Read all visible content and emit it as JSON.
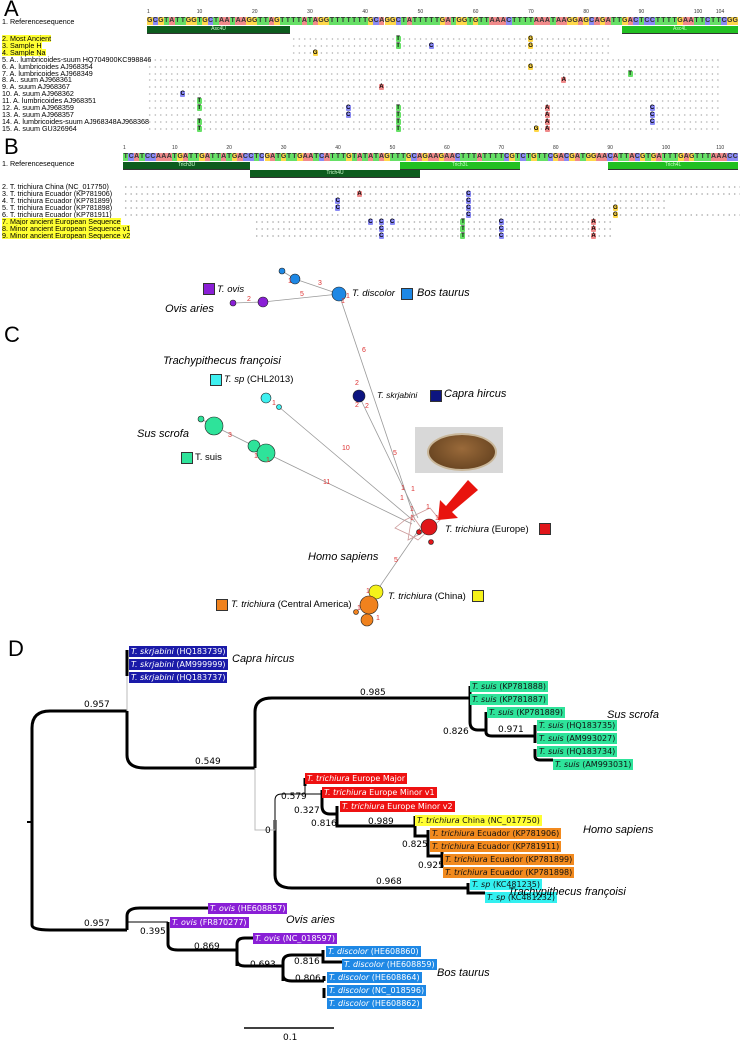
{
  "panel_a": {
    "letter": "A",
    "reference_label": "1. Referencesequence",
    "reference_sequence": "GCGTATTGGTGCTAATAAGGTTAGTTTTATAGGTTTTTTTGCAGGCTATTTTTGATGGTGTTAAACTTTTAAATAAGGAGCAGATTGACTCCTTTTGAATTCTTCGG",
    "ruler": [
      "1",
      "10",
      "20",
      "30",
      "40",
      "50",
      "60",
      "70",
      "80",
      "90",
      "100",
      "104"
    ],
    "primers": [
      "Asc4U",
      "Asc4L"
    ],
    "rows": [
      {
        "label": "2. Most Ancient",
        "highlight": true,
        "variants": [
          [
            46,
            "T"
          ],
          [
            70,
            "G"
          ]
        ]
      },
      {
        "label": "3. Sample H",
        "highlight": true,
        "variants": [
          [
            46,
            "T"
          ],
          [
            52,
            "C"
          ],
          [
            70,
            "G"
          ]
        ]
      },
      {
        "label": "4. Sample Na",
        "highlight": true,
        "variants": [
          [
            31,
            "G"
          ]
        ]
      },
      {
        "label": "5. A.. lumbricoides-suum HQ704900KC998846",
        "highlight": false,
        "variants": []
      },
      {
        "label": "6. A. lumbricoides AJ968354",
        "highlight": false,
        "variants": [
          [
            70,
            "G"
          ]
        ]
      },
      {
        "label": "7. A. lumbricoides AJ968349",
        "highlight": false,
        "variants": [
          [
            88,
            "T"
          ]
        ]
      },
      {
        "label": "8. A.. suum AJ968361",
        "highlight": false,
        "variants": [
          [
            76,
            "A"
          ]
        ]
      },
      {
        "label": "9. A. suum AJ968367",
        "highlight": false,
        "variants": [
          [
            43,
            "A"
          ]
        ]
      },
      {
        "label": "10. A. suum AJ968362",
        "highlight": false,
        "variants": [
          [
            7,
            "C"
          ]
        ]
      },
      {
        "label": "11. A. lumbricoides AJ968351",
        "highlight": false,
        "variants": [
          [
            10,
            "T"
          ]
        ]
      },
      {
        "label": "12. A. suum AJ968359",
        "highlight": false,
        "variants": [
          [
            10,
            "T"
          ],
          [
            37,
            "C"
          ],
          [
            46,
            "T"
          ],
          [
            73,
            "A"
          ],
          [
            92,
            "C"
          ]
        ]
      },
      {
        "label": "13. A. suum AJ968357",
        "highlight": false,
        "variants": [
          [
            37,
            "C"
          ],
          [
            46,
            "T"
          ],
          [
            73,
            "A"
          ],
          [
            92,
            "C"
          ]
        ]
      },
      {
        "label": "14. A. lumbricoides-suum AJ968348AJ968368",
        "highlight": false,
        "variants": [
          [
            10,
            "T"
          ],
          [
            46,
            "T"
          ],
          [
            73,
            "A"
          ],
          [
            92,
            "C"
          ]
        ]
      },
      {
        "label": "15. A. suum GU326964",
        "highlight": false,
        "variants": [
          [
            10,
            "T"
          ],
          [
            46,
            "T"
          ],
          [
            71,
            "G"
          ],
          [
            73,
            "A"
          ]
        ]
      }
    ]
  },
  "panel_b": {
    "letter": "B",
    "reference_label": "1. Referencesequence",
    "reference_sequence": "TCATCCAAATGATTGATTATGACCTCGATGTTGAATCATTTGTATATAGTTTGCAGAAGAACTTTATTTTCGTCTGTTCGACGATGGAACATTACGTGATTTGAGTTTAAACC",
    "ruler": [
      "1",
      "10",
      "20",
      "30",
      "40",
      "50",
      "60",
      "70",
      "80",
      "90",
      "100",
      "110",
      "115"
    ],
    "primers": [
      "Trich3U",
      "Trich4U",
      "Trich3L",
      "Trich4L"
    ],
    "rows": [
      {
        "label": "2. T. trichiura China (NC_017750)",
        "highlight": false,
        "variants": []
      },
      {
        "label": "3. T. trichiura Ecuador (KP781906)",
        "highlight": false,
        "variants": [
          [
            44,
            "A"
          ],
          [
            64,
            "C"
          ]
        ]
      },
      {
        "label": "4. T. trichiura Ecuador (KP781899)",
        "highlight": false,
        "variants": [
          [
            40,
            "C"
          ],
          [
            64,
            "C"
          ]
        ]
      },
      {
        "label": "5. T. trichiura Ecuador (KP781898)",
        "highlight": false,
        "variants": [
          [
            40,
            "C"
          ],
          [
            64,
            "C"
          ],
          [
            91,
            "G"
          ]
        ]
      },
      {
        "label": "6. T. trichiura Ecuador (KP781911)",
        "highlight": false,
        "variants": [
          [
            64,
            "C"
          ],
          [
            91,
            "G"
          ]
        ]
      },
      {
        "label": "7. Major ancient European Sequence",
        "highlight": true,
        "variants": [
          [
            46,
            "C"
          ],
          [
            48,
            "C"
          ],
          [
            50,
            "C"
          ],
          [
            63,
            "T"
          ],
          [
            70,
            "C"
          ],
          [
            87,
            "A"
          ]
        ]
      },
      {
        "label": "8. Minor ancient European Sequence v1",
        "highlight": true,
        "variants": [
          [
            48,
            "C"
          ],
          [
            63,
            "T"
          ],
          [
            70,
            "C"
          ],
          [
            87,
            "A"
          ]
        ]
      },
      {
        "label": "9. Minor ancient European Sequence v2",
        "highlight": true,
        "variants": [
          [
            48,
            "C"
          ],
          [
            63,
            "T"
          ],
          [
            70,
            "C"
          ],
          [
            87,
            "A"
          ]
        ]
      }
    ]
  },
  "panel_c": {
    "letter": "C",
    "labels": {
      "ovis_species": "T. ovis",
      "ovis_host": "Ovis aries",
      "discolor_species": "T. discolor",
      "discolor_host": "Bos taurus",
      "sp_host": "Trachypithecus françoisi",
      "sp_species": "T. sp",
      "sp_id": "(CHL2013)",
      "skrjabini_species": "T. skrjabini",
      "skrjabini_host": "Capra hircus",
      "suis_host": "Sus scrofa",
      "suis_species": "T. suis",
      "europe_species": "T. trichiura",
      "europe_region": "(Europe)",
      "homo_host": "Homo sapiens",
      "china_species": "T. trichiura",
      "china_region": "(China)",
      "ca_species": "T. trichiura",
      "ca_region": "(Central America)"
    },
    "mutation_counts": [
      "3",
      "1",
      "5",
      "2",
      "1",
      "1",
      "6",
      "2",
      "2",
      "2",
      "1",
      "10",
      "3",
      "1",
      "1",
      "11",
      "5",
      "1",
      "1",
      "1",
      "1",
      "1",
      "1",
      "1",
      "5",
      "1",
      "1",
      "1"
    ],
    "colors": {
      "ovis": "#8a1fd6",
      "discolor": "#1e88e5",
      "skrjabini": "#0d1580",
      "sp": "#3ef0f0",
      "suis": "#2ee39a",
      "europe": "#e0161a",
      "china": "#f5f21a",
      "central_america": "#f0821e"
    }
  },
  "panel_d": {
    "letter": "D",
    "hosts": {
      "capra": "Capra hircus",
      "sus": "Sus scrofa",
      "homo": "Homo sapiens",
      "trachy": "Trachypithecus françoisi",
      "ovis": "Ovis aries",
      "bos": "Bos taurus"
    },
    "support": [
      "0.957",
      "0.549",
      "0.985",
      "0.826",
      "0.971",
      "0.579",
      "0.327",
      "0.816",
      "0.989",
      "0",
      "0.825",
      "0.925",
      "0.968",
      "0.957",
      "0.395",
      "0.869",
      "0.693",
      "0.816",
      "0.806"
    ],
    "scale_label": "0.1",
    "leaves": [
      {
        "species": "T. skrjabini",
        "id": " (HQ183739)",
        "clade": "skrjabini"
      },
      {
        "species": "T. skrjabini",
        "id": " (AM999999)",
        "clade": "skrjabini"
      },
      {
        "species": "T. skrjabini",
        "id": " (HQ183737)",
        "clade": "skrjabini"
      },
      {
        "species": "T. suis",
        "id": " (KP781888)",
        "clade": "suis"
      },
      {
        "species": "T. suis",
        "id": " (KP781887)",
        "clade": "suis"
      },
      {
        "species": "T. suis",
        "id": " (KP781889)",
        "clade": "suis"
      },
      {
        "species": "T. suis",
        "id": " (HQ183735)",
        "clade": "suis"
      },
      {
        "species": "T. suis",
        "id": " (AM993027)",
        "clade": "suis"
      },
      {
        "species": "T. suis",
        "id": " (HQ183734)",
        "clade": "suis"
      },
      {
        "species": "T. suis",
        "id": " (AM993031)",
        "clade": "suis"
      },
      {
        "species": "T. trichiura",
        "id": " Europe Major",
        "clade": "europe"
      },
      {
        "species": "T. trichiura",
        "id": " Europe Minor v1",
        "clade": "europe"
      },
      {
        "species": "T. trichiura",
        "id": " Europe Minor v2",
        "clade": "europe"
      },
      {
        "species": "T. trichiura",
        "id": " China (NC_017750)",
        "clade": "china"
      },
      {
        "species": "T. trichiura",
        "id": " Ecuador (KP781906)",
        "clade": "ecuador"
      },
      {
        "species": "T. trichiura",
        "id": " Ecuador (KP781911)",
        "clade": "ecuador"
      },
      {
        "species": "T. trichiura",
        "id": " Ecuador (KP781899)",
        "clade": "ecuador"
      },
      {
        "species": "T. trichiura",
        "id": " Ecuador (KP781898)",
        "clade": "ecuador"
      },
      {
        "species": "T. sp",
        "id": " (KC481235)",
        "clade": "sp"
      },
      {
        "species": "T. sp",
        "id": " (KC481232)",
        "clade": "sp"
      },
      {
        "species": "T. ovis",
        "id": " (HE608857)",
        "clade": "ovis"
      },
      {
        "species": "T. ovis",
        "id": " (FR870277)",
        "clade": "ovis"
      },
      {
        "species": "T. ovis",
        "id": " (NC_018597)",
        "clade": "ovis"
      },
      {
        "species": "T. discolor",
        "id": " (HE608860)",
        "clade": "discolor"
      },
      {
        "species": "T. discolor",
        "id": " (HE608859)",
        "clade": "discolor"
      },
      {
        "species": "T. discolor",
        "id": " (HE608864)",
        "clade": "discolor"
      },
      {
        "species": "T. discolor",
        "id": " (NC_018596)",
        "clade": "discolor"
      },
      {
        "species": "T. discolor",
        "id": " (HE608862)",
        "clade": "discolor"
      }
    ],
    "clade_colors": {
      "skrjabini": "#1a1aa8",
      "suis": "#2ee39a",
      "europe": "#ee1111",
      "china": "#ffff33",
      "ecuador": "#f28a1e",
      "sp": "#33f0f0",
      "ovis": "#8a1fd6",
      "discolor": "#1e88e5"
    }
  },
  "nucleotide_colors": {
    "A": "#f08a8a",
    "C": "#8a8af5",
    "G": "#ffd84a",
    "T": "#66e066"
  }
}
